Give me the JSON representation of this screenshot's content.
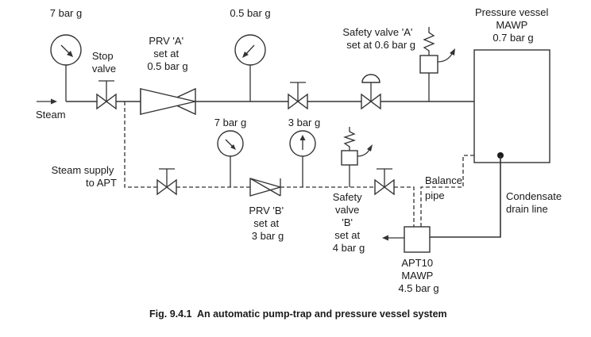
{
  "labels": {
    "gauge_7bar_main": "7 bar g",
    "gauge_05bar": "0.5 bar g",
    "stop_valve_line1": "Stop",
    "stop_valve_line2": "valve",
    "prv_a_line1": "PRV 'A'",
    "prv_a_line2": "set at",
    "prv_a_line3": "0.5 bar g",
    "safety_a_line1": "Safety valve 'A'",
    "safety_a_line2": "set at 0.6 bar g",
    "vessel_line1": "Pressure vessel",
    "vessel_line2": "MAWP",
    "vessel_line3": "0.7 bar g",
    "steam": "Steam",
    "gauge_7bar_lower": "7 bar g",
    "gauge_3bar": "3 bar g",
    "steam_supply_line1": "Steam supply",
    "steam_supply_line2": "to APT",
    "balance_line1": "Balance",
    "balance_line2": "pipe",
    "condensate_line1": "Condensate",
    "condensate_line2": "drain line",
    "prv_b_line1": "PRV 'B'",
    "prv_b_line2": "set at",
    "prv_b_line3": "3 bar g",
    "safety_b_line1": "Safety",
    "safety_b_line2": "valve",
    "safety_b_line3": "'B'",
    "safety_b_line4": "set at",
    "safety_b_line5": "4 bar g",
    "apt_line1": "APT10",
    "apt_line2": "MAWP",
    "apt_line3": "4.5 bar g"
  },
  "caption": "Fig. 9.4.1  An automatic pump-trap and pressure vessel system"
}
